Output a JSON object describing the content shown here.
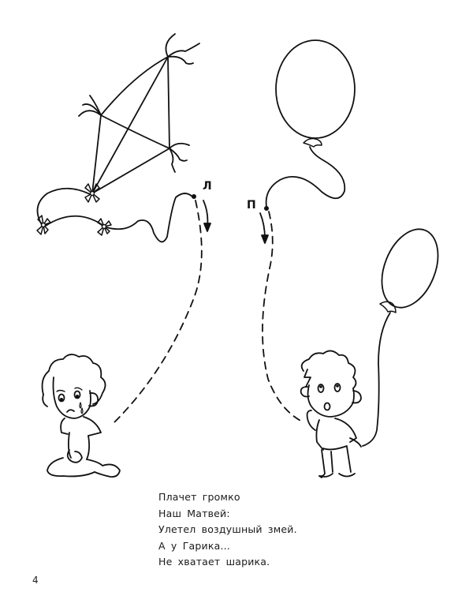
{
  "page": {
    "number": "4",
    "background": "#ffffff",
    "ink": "#111111"
  },
  "labels": {
    "left_start": "Л",
    "right_start": "П"
  },
  "illustrations": [
    {
      "name": "kite",
      "description": "Kite with ribbon tail and bows"
    },
    {
      "name": "balloon-flying",
      "description": "Balloon flying away with wavy string"
    },
    {
      "name": "crying-boy",
      "description": "Curly-haired boy sitting and crying (Matvey)"
    },
    {
      "name": "surprised-boy",
      "description": "Boy holding balloon string, looking up (Garik)"
    }
  ],
  "tracing_paths": [
    {
      "name": "kite-to-crying-boy",
      "start_label": "Л",
      "style": "dashed"
    },
    {
      "name": "balloon-to-surprised-boy",
      "start_label": "П",
      "style": "dashed"
    }
  ],
  "poem": {
    "lines": [
      "Плачет громко",
      "Наш Матвей:",
      "Улетел воздушный змей.",
      "А у Гарика...",
      "Не хватает шарика."
    ]
  }
}
